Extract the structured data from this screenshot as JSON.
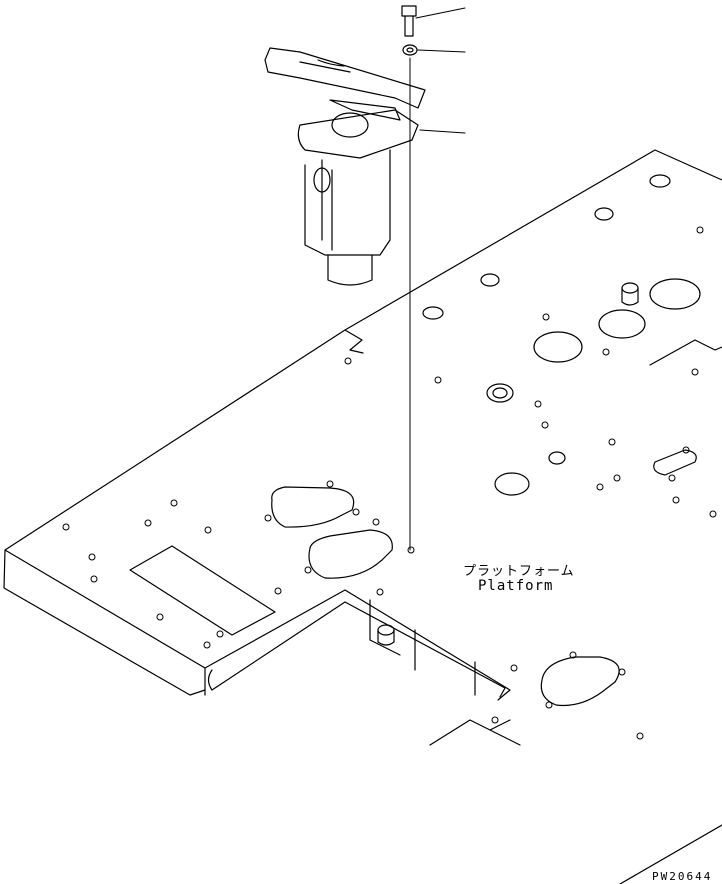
{
  "diagram": {
    "platform_label_jp": "プラットフォーム",
    "platform_label_en": "Platform",
    "drawing_code": "PW20644"
  },
  "colors": {
    "line": "#000000",
    "background": "#ffffff"
  },
  "parts": [
    "bolt",
    "washer",
    "pedal-valve-assembly",
    "platform"
  ]
}
